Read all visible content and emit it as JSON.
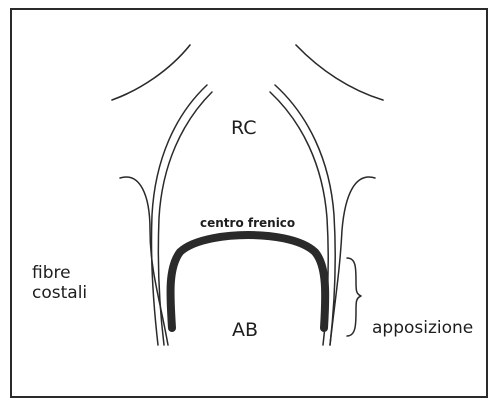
{
  "diagram": {
    "labels": {
      "rc": "RC",
      "ab": "AB",
      "centro_frenico": "centro frenico",
      "fibre_costali_line1": "fibre",
      "fibre_costali_line2": "costali",
      "apposizione": "apposizione"
    },
    "colors": {
      "line": "#2a2a2a",
      "background": "#ffffff"
    }
  }
}
